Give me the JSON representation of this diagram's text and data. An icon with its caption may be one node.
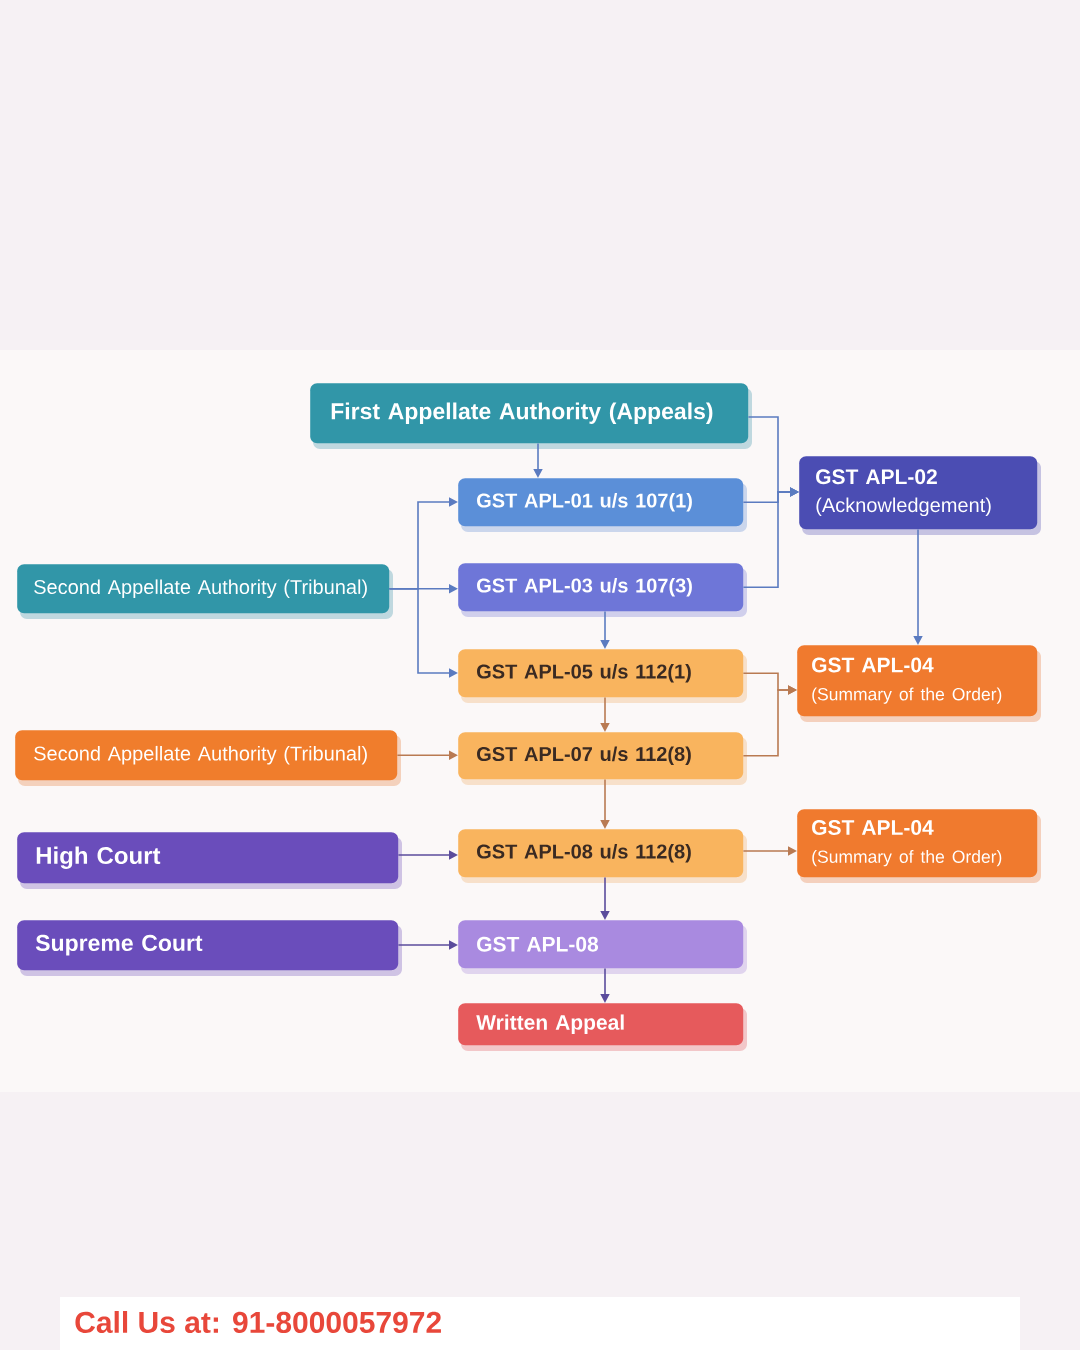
{
  "diagram": {
    "nodes": [
      {
        "text": [
          "First Appellate Authority (Appeals)"
        ]
      },
      {
        "text": [
          "GST APL-01 u/s 107(1)"
        ]
      },
      {
        "text": [
          "GST APL-02",
          "(Acknowledgement)"
        ]
      },
      {
        "text": [
          "Second Appellate Authority (Tribunal)"
        ]
      },
      {
        "text": [
          "GST APL-03 u/s 107(3)"
        ]
      },
      {
        "text": [
          "GST APL-05 u/s 112(1)"
        ]
      },
      {
        "text": [
          "GST APL-04",
          "(Summary of the Order)"
        ]
      },
      {
        "text": [
          "Second Appellate Authority (Tribunal)"
        ]
      },
      {
        "text": [
          "GST APL-07 u/s 112(8)"
        ]
      },
      {
        "text": [
          "High Court"
        ]
      },
      {
        "text": [
          "GST APL-08 u/s 112(8)"
        ]
      },
      {
        "text": [
          "GST APL-04",
          "(Summary of the Order)"
        ]
      },
      {
        "text": [
          "Supreme Court"
        ]
      },
      {
        "text": [
          "GST APL-08"
        ]
      },
      {
        "text": [
          "Written Appeal"
        ]
      }
    ],
    "edges": [
      {
        "from": 0,
        "to": 1,
        "arrow": "to"
      },
      {
        "from": 0,
        "to": 2,
        "arrow": "to"
      },
      {
        "from": 1,
        "to": 2,
        "arrow": "to"
      },
      {
        "from": 4,
        "to": 2,
        "arrow": "to"
      },
      {
        "from": 3,
        "to": 1,
        "arrow": "to"
      },
      {
        "from": 3,
        "to": 4,
        "arrow": "to"
      },
      {
        "from": 3,
        "to": 5,
        "arrow": "to"
      },
      {
        "from": 4,
        "to": 5,
        "arrow": "to"
      },
      {
        "from": 2,
        "to": 6,
        "arrow": "to"
      },
      {
        "from": 5,
        "to": 6,
        "arrow": "to",
        "color": "#b97a52"
      },
      {
        "from": 8,
        "to": 6,
        "arrow": "to",
        "color": "#b97a52"
      },
      {
        "from": 5,
        "to": 8,
        "arrow": "to",
        "color": "#b97a52"
      },
      {
        "from": 7,
        "to": 8,
        "arrow": "to",
        "color": "#b97a52"
      },
      {
        "from": 8,
        "to": 10,
        "arrow": "to",
        "color": "#b97a52"
      },
      {
        "from": 9,
        "to": 10,
        "arrow": "to",
        "color": "#5b4c9c"
      },
      {
        "from": 10,
        "to": 11,
        "arrow": "to",
        "color": "#b97a52"
      },
      {
        "from": 10,
        "to": 13,
        "arrow": "to",
        "color": "#5b4c9c"
      },
      {
        "from": 12,
        "to": 13,
        "arrow": "to",
        "color": "#5b4c9c"
      },
      {
        "from": 13,
        "to": 14,
        "arrow": "to",
        "color": "#5b4c9c"
      }
    ],
    "labels": [
      "Call Us at: 91-8000057972"
    ]
  }
}
